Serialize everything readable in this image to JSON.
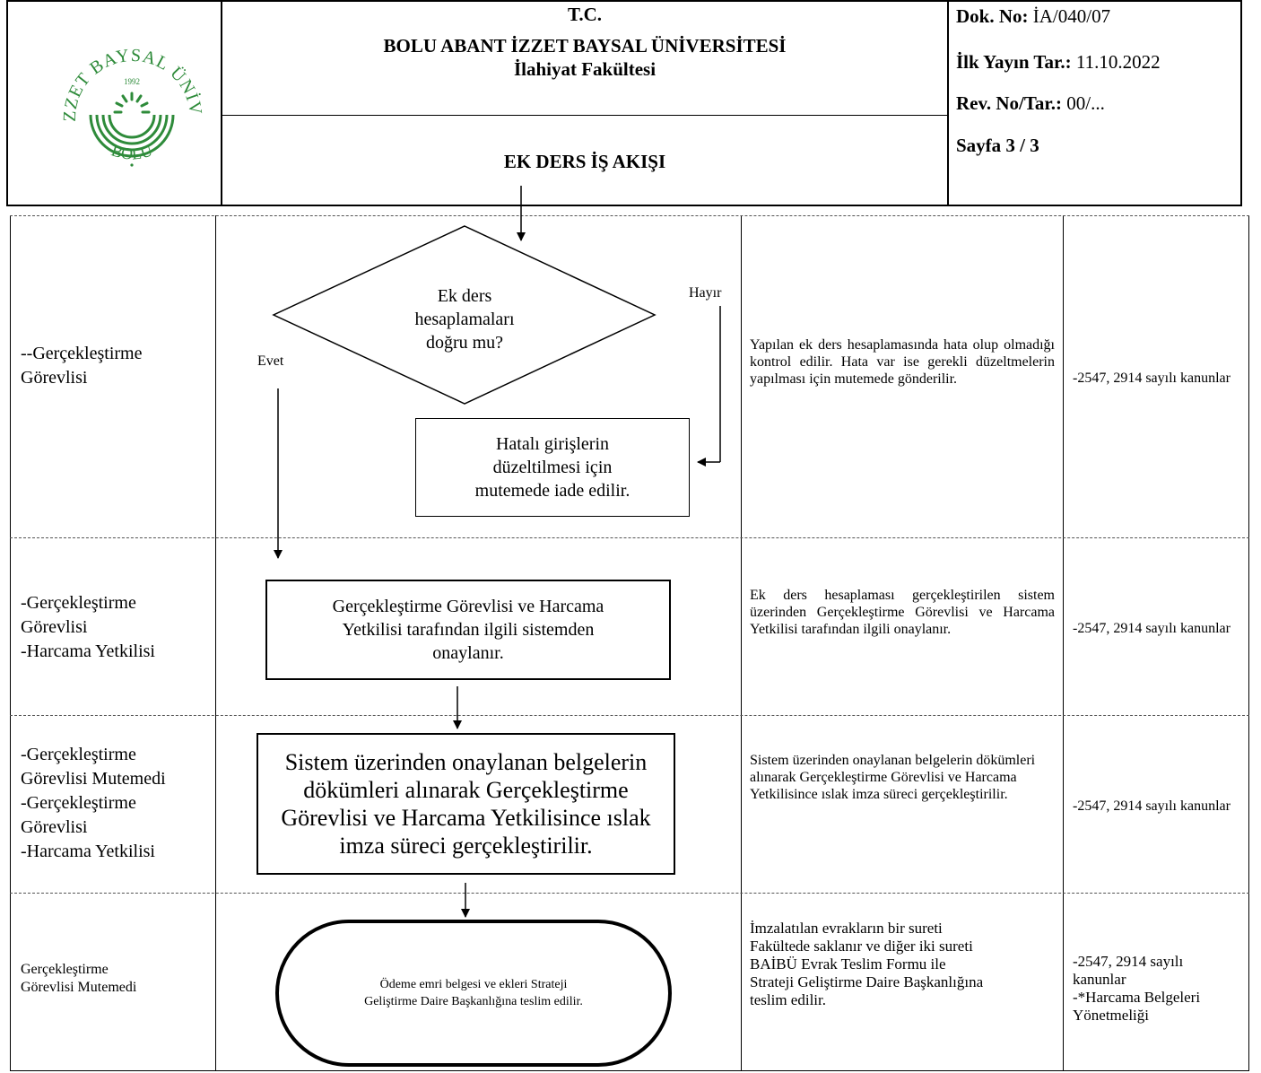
{
  "header": {
    "line1": "T.C.",
    "line2": "BOLU ABANT İZZET BAYSAL ÜNİVERSİTESİ",
    "line3": "İlahiyat Fakültesi",
    "title": "EK DERS İŞ AKIŞI",
    "logo": {
      "name": "university-seal",
      "text_top": "ABANT İZZET BAYSAL ÜNİVERSİTESİ",
      "text_bottom": "BOLU",
      "year": "1992",
      "color": "#2e8b3a"
    },
    "meta": {
      "doc_no_label": "Dok. No:",
      "doc_no_value": "İA/040/07",
      "first_pub_label": "İlk Yayın Tar.:",
      "first_pub_value": "11.10.2022",
      "rev_label": "Rev. No/Tar.:",
      "rev_value": "00/...",
      "page": "Sayfa 3 / 3"
    }
  },
  "rows": [
    {
      "role": "--Gerçekleştirme Görevlisi",
      "description": "Yapılan ek ders hesaplamasında hata olup olmadığı kontrol edilir. Hata var ise gerekli düzeltmelerin yapılması için mutemede gönderilir.",
      "law": "-2547, 2914 sayılı kanunlar"
    },
    {
      "role": [
        "-Gerçekleştirme",
        "Görevlisi",
        "-Harcama Yetkilisi"
      ],
      "description": "Ek ders hesaplaması gerçekleştirilen sistem üzerinden Gerçekleştirme Görevlisi ve Harcama Yetkilisi tarafından ilgili onaylanır.",
      "law": "-2547, 2914 sayılı kanunlar"
    },
    {
      "role": [
        "-Gerçekleştirme",
        "Görevlisi Mutemedi",
        "-Gerçekleştirme",
        "Görevlisi",
        "-Harcama Yetkilisi"
      ],
      "description": "Sistem üzerinden onaylanan belgelerin dökümleri alınarak Gerçekleştirme Görevlisi ve Harcama Yetkilisince ıslak imza süreci gerçekleştirilir.",
      "law": "-2547, 2914 sayılı kanunlar"
    },
    {
      "role": [
        "Gerçekleştirme",
        "Görevlisi Mutemedi"
      ],
      "description": [
        "İmzalatılan evrakların bir sureti",
        "Fakültede saklanır ve diğer iki sureti",
        "BAİBÜ Evrak Teslim Formu ile",
        "Strateji Geliştirme Daire Başkanlığına",
        "teslim edilir."
      ],
      "law": [
        "-2547, 2914 sayılı",
        "kanunlar",
        "-*Harcama Belgeleri",
        "Yönetmeliği"
      ]
    }
  ],
  "flow": {
    "decision": [
      "Ek ders",
      "hesaplamaları",
      "doğru mu?"
    ],
    "yes_label": "Evet",
    "no_label": "Hayır",
    "error_box": [
      "Hatalı girişlerin",
      "düzeltilmesi için",
      "mutemede iade edilir."
    ],
    "approve_box": [
      "Gerçekleştirme Görevlisi ve Harcama",
      "Yetkilisi tarafından ilgili sistemden",
      "onaylanır."
    ],
    "sign_box": [
      "Sistem üzerinden onaylanan belgelerin",
      "dökümleri alınarak Gerçekleştirme",
      "Görevlisi ve Harcama Yetkilisince ıslak",
      "imza süreci gerçekleştirilir."
    ],
    "end_box": [
      "Ödeme emri belgesi ve ekleri Strateji",
      "Geliştirme Daire Başkanlığına teslim edilir."
    ]
  }
}
